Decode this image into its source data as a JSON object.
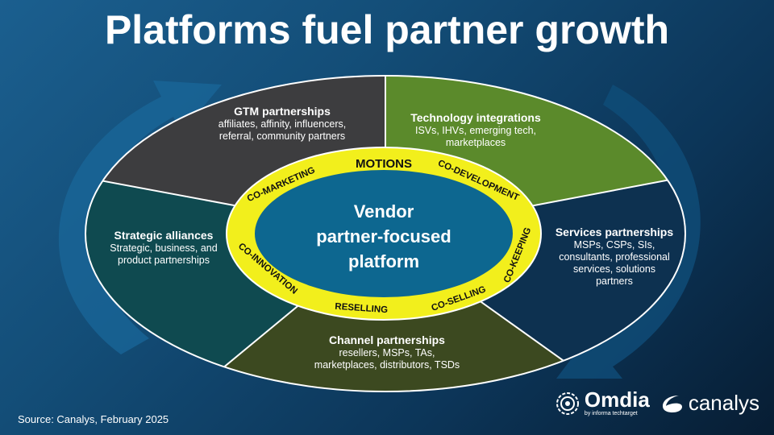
{
  "title": "Platforms fuel partner growth",
  "center": {
    "line1": "Vendor",
    "line2": "partner-focused",
    "line3": "platform"
  },
  "ring": {
    "heading": "MOTIONS",
    "motions": [
      "CO-MARKETING",
      "CO-DEVELOPMENT",
      "CO-KEEPING",
      "CO-SELLING",
      "RESELLING",
      "CO-INNOVATION"
    ]
  },
  "segments": {
    "gtm": {
      "title": "GTM partnerships",
      "desc1": "affiliates, affinity, influencers,",
      "desc2": "referral, community partners",
      "color": "#3d3d3f"
    },
    "technology": {
      "title": "Technology integrations",
      "desc1": "ISVs, IHVs, emerging tech,",
      "desc2": "marketplaces",
      "color": "#5b8a2b"
    },
    "services": {
      "title": "Services partnerships",
      "desc1": "MSPs, CSPs, SIs,",
      "desc2": "consultants, professional",
      "desc3": "services,  solutions",
      "desc4": "partners",
      "color": "#0d3150"
    },
    "channel": {
      "title": "Channel partnerships",
      "desc1": "resellers, MSPs, TAs,",
      "desc2": "marketplaces, distributors, TSDs",
      "color": "#3c4920"
    },
    "strategic": {
      "title": "Strategic alliances",
      "desc1": "Strategic, business, and",
      "desc2": "product partnerships",
      "color": "#0f4a50"
    }
  },
  "colors": {
    "ring": "#f2ef1c",
    "core": "#0d6790"
  },
  "source": "Source: Canalys, February 2025",
  "logos": {
    "omdia": "Omdia",
    "omdia_sub": "by informa techtarget",
    "canalys": "canalys"
  }
}
